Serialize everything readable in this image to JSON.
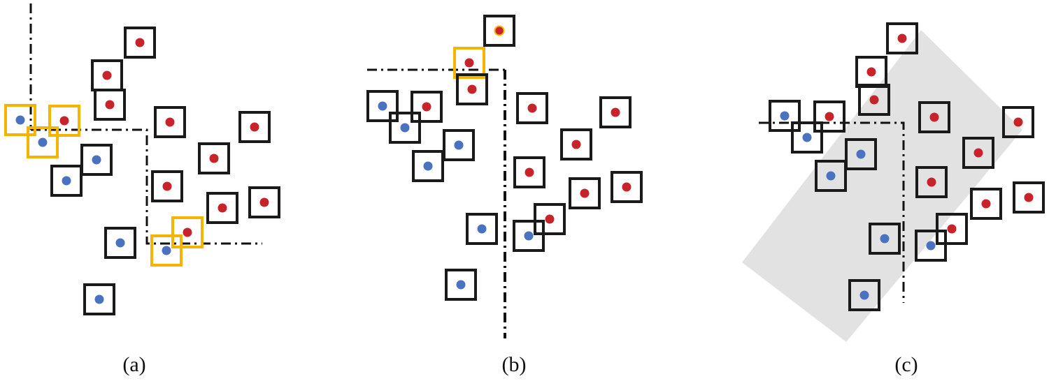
{
  "colors": {
    "red_point": "#c8232b",
    "blue_point": "#4a72c0",
    "box_default": "#1a1a1a",
    "box_highlight": "#f4b400",
    "boundary": "#111111",
    "region_fill": "#e2e2e2"
  },
  "icons": {
    "point": "filled-circle",
    "box": "square-outline",
    "boundary": "dash-dot-line"
  },
  "panels": [
    {
      "id": "a",
      "caption": "(a)"
    },
    {
      "id": "b",
      "caption": "(b)"
    },
    {
      "id": "c",
      "caption": "(c)"
    }
  ]
}
